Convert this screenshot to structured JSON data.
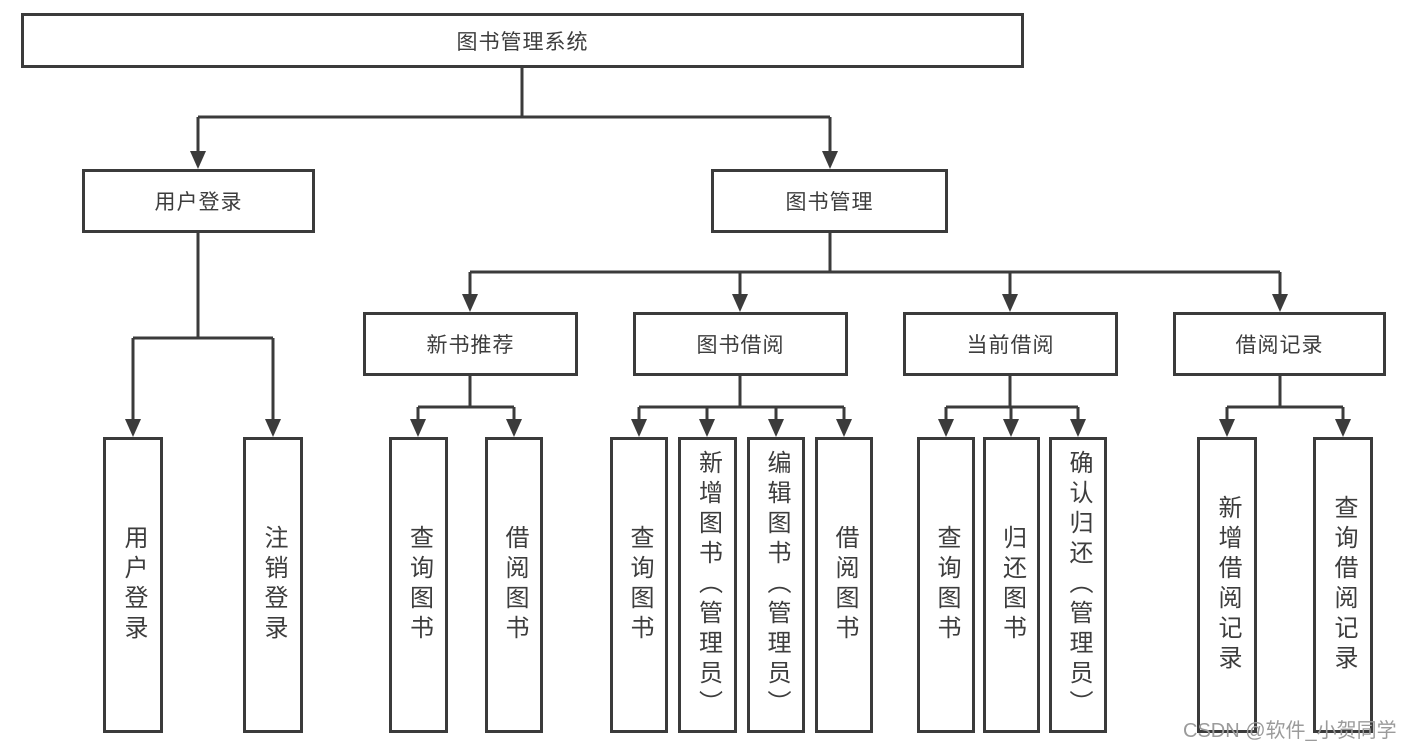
{
  "diagram": {
    "root": {
      "label": "图书管理系统"
    },
    "user_login": {
      "label": "用户登录",
      "children": [
        {
          "label": "用户登录"
        },
        {
          "label": "注销登录"
        }
      ]
    },
    "book_management": {
      "label": "图书管理",
      "sections": [
        {
          "label": "新书推荐",
          "children": [
            {
              "label": "查询图书"
            },
            {
              "label": "借阅图书"
            }
          ]
        },
        {
          "label": "图书借阅",
          "children": [
            {
              "label": "查询图书"
            },
            {
              "label": "新增图书（管理员）"
            },
            {
              "label": "编辑图书（管理员）"
            },
            {
              "label": "借阅图书"
            }
          ]
        },
        {
          "label": "当前借阅",
          "children": [
            {
              "label": "查询图书"
            },
            {
              "label": "归还图书"
            },
            {
              "label": "确认归还（管理员）"
            }
          ]
        },
        {
          "label": "借阅记录",
          "children": [
            {
              "label": "新增借阅记录"
            },
            {
              "label": "查询借阅记录"
            }
          ]
        }
      ]
    }
  },
  "watermark": "CSDN @软件_小贺同学",
  "colors": {
    "line": "#3b3b3b",
    "text": "#3d3d3d",
    "watermark": "#9b9b9b",
    "background": "#ffffff"
  }
}
